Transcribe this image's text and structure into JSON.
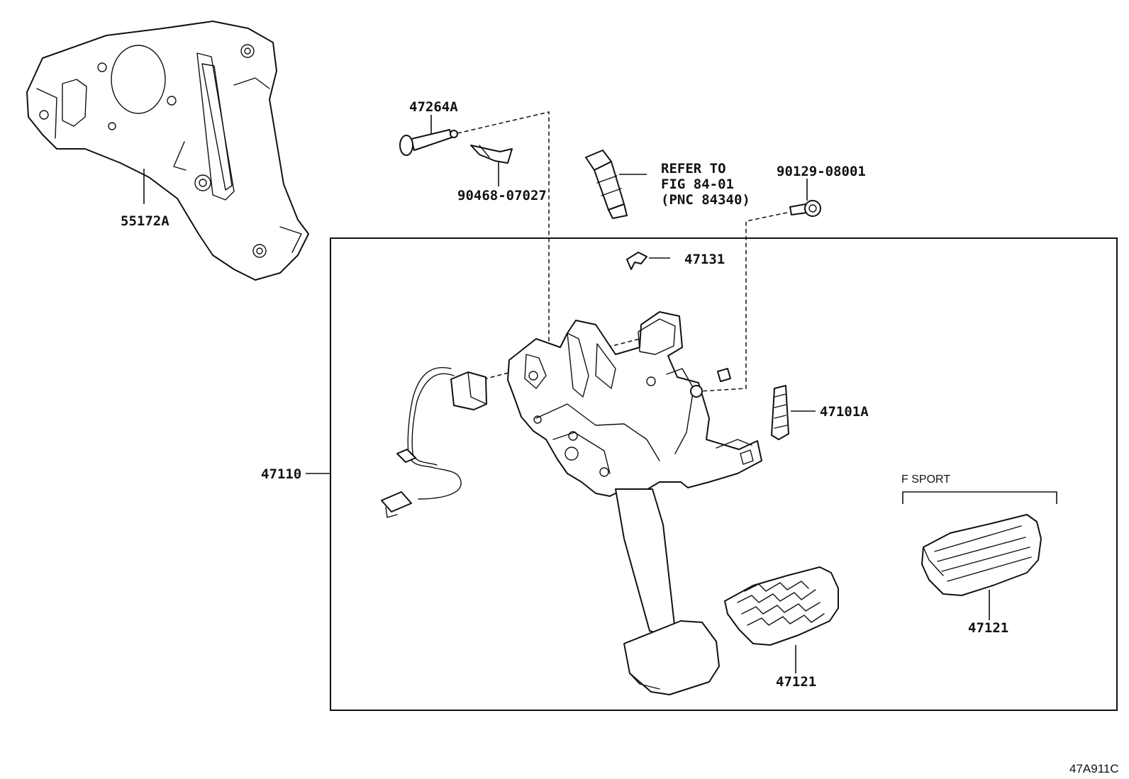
{
  "labels": {
    "p55172A": "55172A",
    "p47264A": "47264A",
    "p90468": "90468-07027",
    "refer_line1": "REFER TO",
    "refer_line2": "FIG 84-01",
    "refer_line3": "(PNC 84340)",
    "p90129": "90129-08001",
    "p47131": "47131",
    "p47101A": "47101A",
    "p47110": "47110",
    "f_sport": "F SPORT",
    "p47121_std": "47121",
    "p47121_sport": "47121"
  },
  "illustration_code": "47A911C"
}
